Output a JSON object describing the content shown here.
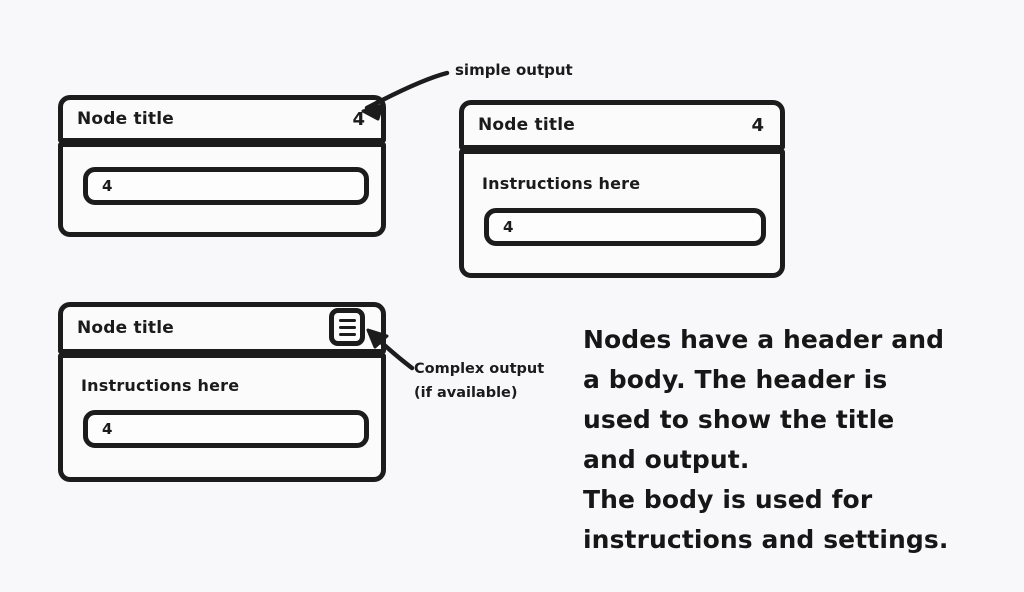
{
  "canvas": {
    "background": "#f8f8fa",
    "ink": "#1c1c1c"
  },
  "cards": [
    {
      "id": "simple-node",
      "title": "Node title",
      "output": "4",
      "instructions": null,
      "input_value": "4",
      "has_menu": false
    },
    {
      "id": "node-with-instructions",
      "title": "Node title",
      "output": "4",
      "instructions": "Instructions here",
      "input_value": "4",
      "has_menu": false
    },
    {
      "id": "complex-node",
      "title": "Node title",
      "output": null,
      "instructions": "Instructions here",
      "input_value": "4",
      "has_menu": true,
      "menu_icon": "hamburger-icon"
    }
  ],
  "annotations": {
    "simple_output": "simple output",
    "complex_output_line1": "Complex output",
    "complex_output_line2": "(if available)"
  },
  "description": {
    "line1": "Nodes have a header and",
    "line2": "a body. The header is",
    "line3": "used to show the title",
    "line4": "and output.",
    "line5": "The body is used for",
    "line6": "instructions and settings."
  }
}
